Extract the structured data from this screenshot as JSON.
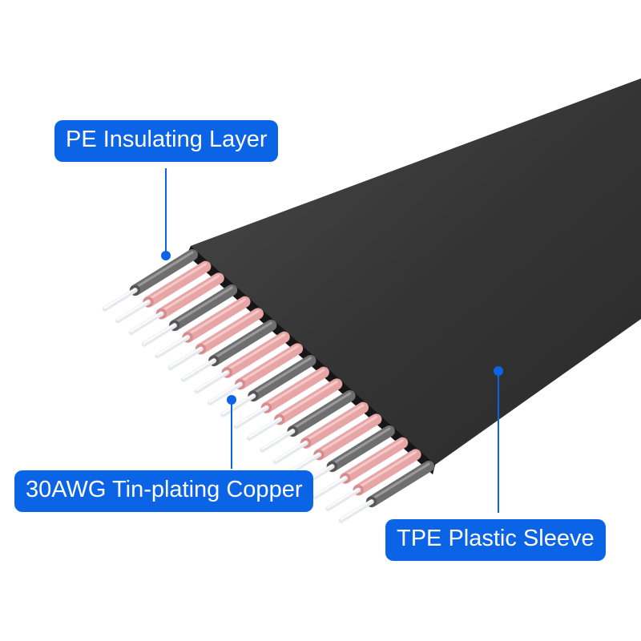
{
  "labels": {
    "pe_insulating_layer": "PE Insulating Layer",
    "conductor": "30AWG Tin-plating Copper",
    "sleeve": "TPE Plastic Sleeve"
  },
  "colors": {
    "callout": "#0b63e5",
    "sleeve": "#3a3a3a",
    "insulation_pink": "#e7a5a6",
    "insulation_grey": "#6e6e6e",
    "conductor": "#e6e9ee"
  },
  "cable": {
    "wire_pattern": [
      "grey",
      "pink",
      "pink",
      "grey",
      "pink",
      "pink",
      "grey",
      "pink",
      "pink",
      "grey",
      "pink",
      "pink",
      "grey",
      "pink",
      "pink",
      "grey",
      "pink",
      "pink",
      "grey"
    ]
  }
}
